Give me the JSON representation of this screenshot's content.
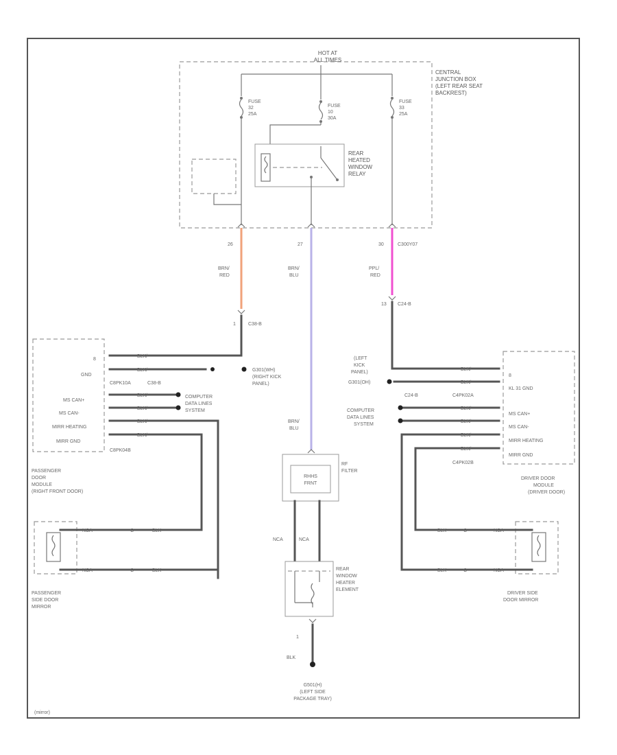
{
  "power": {
    "line1": "HOT AT",
    "line2": "ALL TIMES"
  },
  "cjb": {
    "l1": "CENTRAL",
    "l2": "JUNCTION BOX",
    "l3": "(LEFT REAR SEAT",
    "l4": "BACKREST)"
  },
  "fuse_left": {
    "l1": "FUSE",
    "l2": "32",
    "l3": "25A"
  },
  "fuse_mid": {
    "l1": "FUSE",
    "l2": "10",
    "l3": "30A"
  },
  "fuse_right": {
    "l1": "FUSE",
    "l2": "33",
    "l3": "25A"
  },
  "relay": {
    "l1": "REAR",
    "l2": "HEATED",
    "l3": "WINDOW",
    "l4": "RELAY"
  },
  "pins": {
    "left": "26",
    "mid": "27",
    "right": "30",
    "right_conn": "C300Y07"
  },
  "wires": {
    "left_a": "BRN/",
    "left_b": "RED",
    "mid_a": "BRN/",
    "mid_b": "BLU",
    "right_a": "PPL/",
    "right_b": "RED",
    "mid2_a": "BRN/",
    "mid2_b": "BLU",
    "rw_l": "NCA",
    "rw_r": "NCA",
    "gnd": "BLK"
  },
  "conns": {
    "left_top": "C38-B",
    "left_pin": "1",
    "right_top": "C24-B",
    "right_pin": "13"
  },
  "pdm": {
    "pins": [
      "8",
      "GND",
      "MS CAN+",
      "MS CAN-",
      "MIRR HEATING",
      "MIRR GND"
    ],
    "conn_a": "C8PK10A",
    "conn_b": "C8PK04B",
    "conn_mid": "C38-B",
    "wire": "BLK/",
    "splice": "G301(WH)",
    "splice_l1": "(RIGHT KICK",
    "splice_l2": "PANEL)",
    "comp_l1": "COMPUTER",
    "comp_l2": "DATA LINES",
    "comp_l3": "SYSTEM",
    "title_l1": "PASSENGER",
    "title_l2": "DOOR",
    "title_l3": "MODULE",
    "title_l4": "(RIGHT FRONT DOOR)"
  },
  "ddm": {
    "pins": [
      "8",
      "KL 31 GND",
      "MS CAN+",
      "MS CAN-",
      "MIRR HEATING",
      "MIRR GND"
    ],
    "conn_a": "C4PK02A",
    "conn_b": "C4PK02B",
    "conn_mid": "C24-B",
    "wire": "BLK/",
    "splice_l1": "(LEFT",
    "splice_l2": "KICK",
    "splice_l3": "PANEL)",
    "splice_l4": "G301(OH)",
    "comp_l1": "COMPUTER",
    "comp_l2": "DATA LINES",
    "comp_l3": "SYSTEM",
    "title_l1": "DRIVER DOOR",
    "title_l2": "MODULE",
    "title_l3": "(DRIVER DOOR)"
  },
  "rf": {
    "l1": "RF",
    "l2": "FILTER",
    "inner1": "RHHS",
    "inner2": "FRNT"
  },
  "rwh": {
    "l1": "REAR",
    "l2": "WINDOW",
    "l3": "HEATER",
    "l4": "ELEMENT",
    "pin": "1"
  },
  "ground": {
    "l1": "G501(H)",
    "l2": "(LEFT SIDE",
    "l3": "PACKAGE TRAY)"
  },
  "psm": {
    "l1": "PASSENGER",
    "l2": "SIDE DOOR",
    "l3": "MIRROR",
    "w": "NCA",
    "c": "C",
    "w2": "BLK"
  },
  "dsm": {
    "l1": "DRIVER SIDE",
    "l2": "DOOR MIRROR",
    "w": "NCA",
    "c": "C",
    "w2": "BLK"
  },
  "footer": {
    "code": "(mirror)"
  },
  "colors": {
    "orange": "#f0a27a",
    "lavender": "#b9b2e8",
    "magenta": "#f04fd0"
  }
}
